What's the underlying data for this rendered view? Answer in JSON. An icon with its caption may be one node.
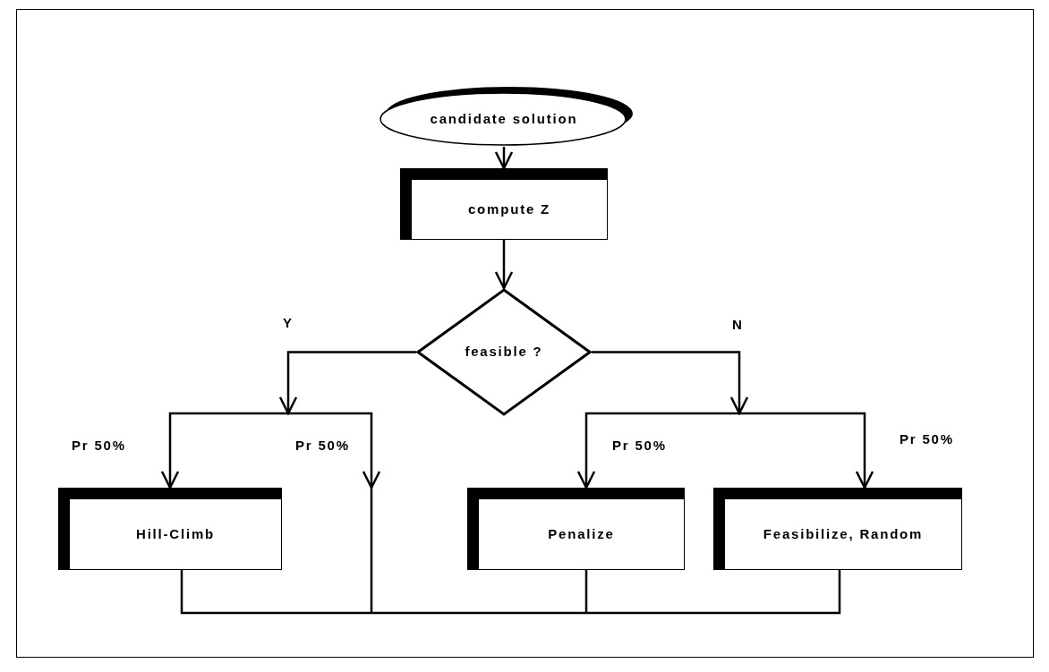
{
  "diagram": {
    "nodes": [
      {
        "text": [
          "candidate solution"
        ]
      },
      {
        "text": [
          "compute Z"
        ]
      },
      {
        "text": [
          "feasible ?"
        ]
      },
      {
        "text": [
          "Hill-Climb"
        ]
      },
      {
        "text": [
          "Penalize"
        ]
      },
      {
        "text": [
          "Feasibilize, Random"
        ]
      }
    ],
    "edges": [
      {
        "from": 0,
        "to": 1,
        "arrow": "to"
      },
      {
        "from": 1,
        "to": 2,
        "arrow": "to"
      },
      {
        "from": 2,
        "to": 3,
        "arrow": "to"
      },
      {
        "from": 2,
        "to": null,
        "arrow": "to"
      },
      {
        "from": 2,
        "to": 4,
        "arrow": "to"
      },
      {
        "from": 2,
        "to": 5,
        "arrow": "to"
      },
      {
        "from": 3,
        "to": null,
        "arrow": "none"
      },
      {
        "from": 4,
        "to": null,
        "arrow": "none"
      },
      {
        "from": 5,
        "to": null,
        "arrow": "none"
      }
    ],
    "labels": [
      "Y",
      "N",
      "Pr 50%",
      "Pr 50%",
      "Pr 50%",
      "Pr 50%"
    ]
  }
}
